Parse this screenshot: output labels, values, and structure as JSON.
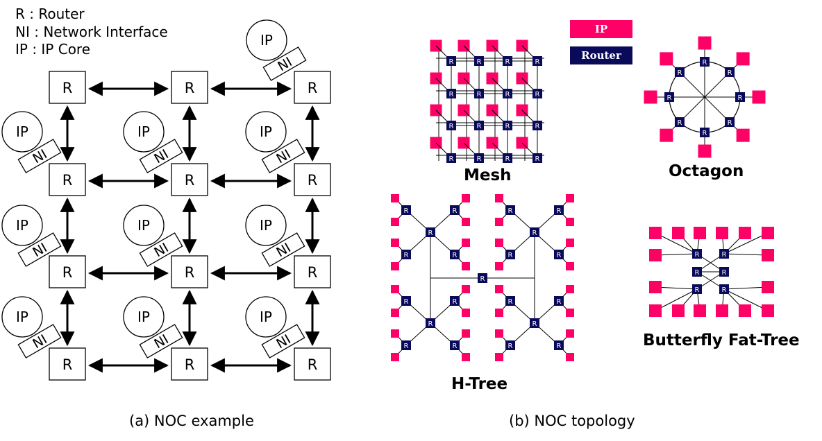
{
  "legend": {
    "router": "R : Router",
    "network_interface": "NI : Network Interface",
    "ip_core": "IP : IP Core"
  },
  "labels": {
    "router": "R",
    "ni": "NI",
    "ip": "IP"
  },
  "captions": {
    "left": "(a) NOC example",
    "right": "(b) NOC topology"
  },
  "topology_key": {
    "ip": "IP",
    "router": "Router"
  },
  "topologies": {
    "mesh": "Mesh",
    "octagon": "Octagon",
    "htree": "H-Tree",
    "butterfly": "Butterfly Fat-Tree"
  },
  "colors": {
    "ip": "#ff0066",
    "router": "#0a0a5a",
    "stroke": "#000000"
  }
}
